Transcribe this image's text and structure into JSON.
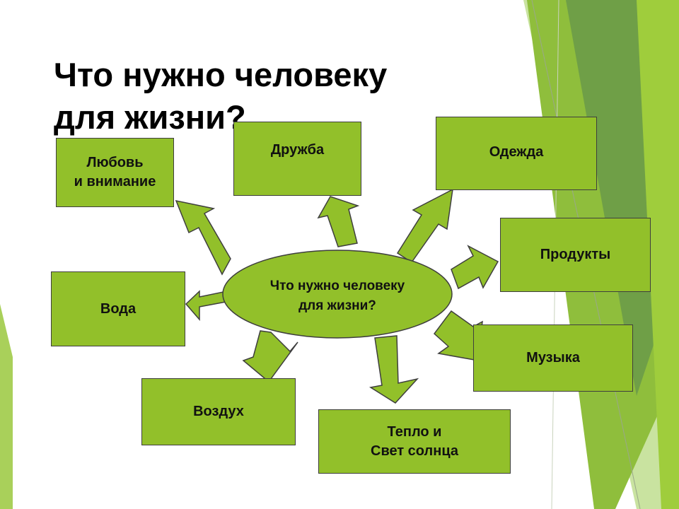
{
  "title": "Что нужно человеку\nдля жизни?",
  "center": {
    "label": "Что нужно человеку\nдля жизни?"
  },
  "nodes": {
    "love": {
      "label": "Любовь\nи внимание"
    },
    "friendship": {
      "label": "Дружба"
    },
    "clothing": {
      "label": "Одежда"
    },
    "food": {
      "label": "Продукты"
    },
    "water": {
      "label": "Вода"
    },
    "music": {
      "label": "Музыка"
    },
    "air": {
      "label": "Воздух"
    },
    "warmth": {
      "label": "Тепло и\nСвет солнца"
    }
  },
  "colors": {
    "box_fill": "#92c02a",
    "arrow_fill": "#92c02a",
    "ellipse_fill": "#92c02a",
    "stroke": "#3e3e3e",
    "decor_light": "#b7d870",
    "decor_mid": "#8cbf3a",
    "decor_dark": "#6e9d45"
  }
}
